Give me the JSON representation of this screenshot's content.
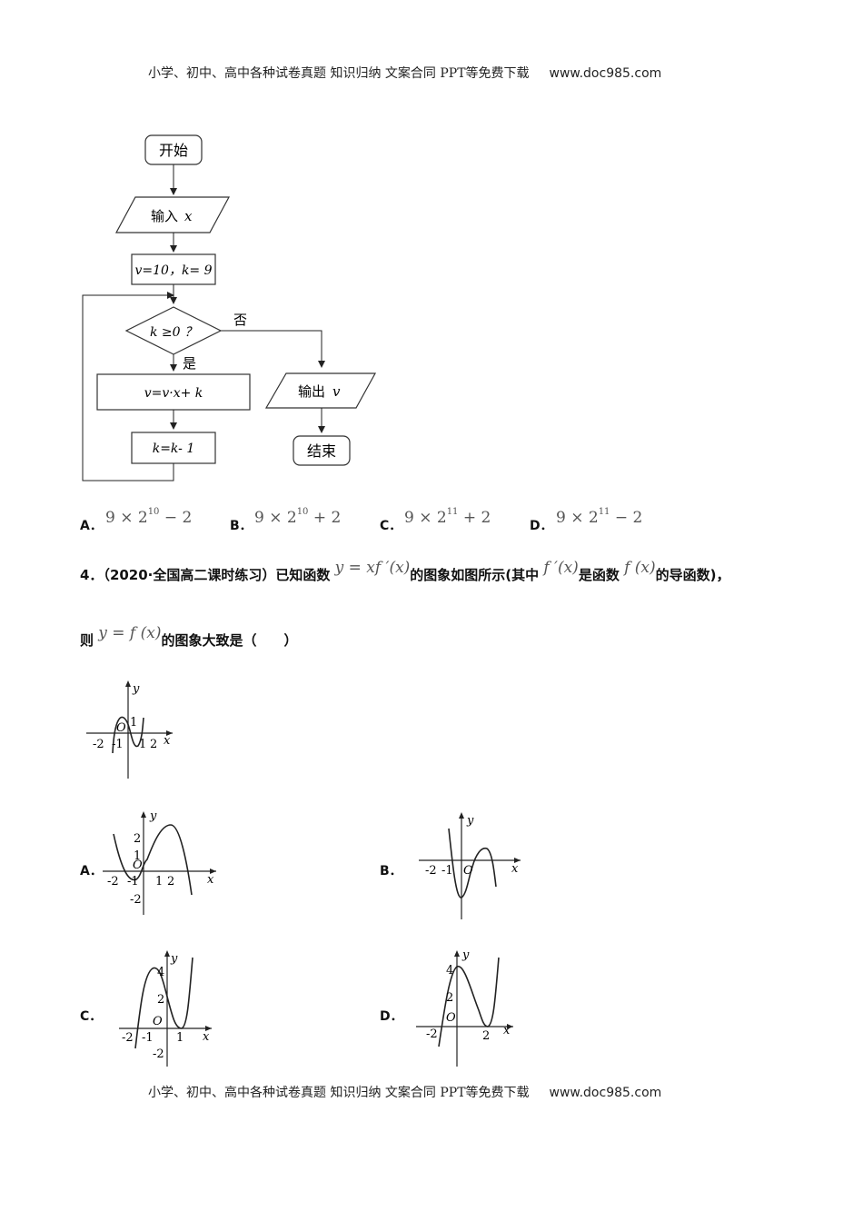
{
  "header": {
    "text": "小学、初中、高中各种试卷真题 知识归纳 文案合同 PPT等免费下载",
    "url": "www.doc985.com"
  },
  "footer": {
    "text": "小学、初中、高中各种试卷真题 知识归纳 文案合同 PPT等免费下载",
    "url": "www.doc985.com"
  },
  "flowchart": {
    "start": "开始",
    "input": "输入",
    "input_var": "x",
    "init": "v=10，k= 9",
    "condition": "k ≥0 ？",
    "no_label": "否",
    "yes_label": "是",
    "assign_v": "v=v·x+ k",
    "assign_k": "k=k- 1",
    "output": "输出",
    "output_var": "v",
    "end": "结束"
  },
  "q3_options": [
    {
      "letter": "A．",
      "base": "9 × 2",
      "exp": "10",
      "tail": " − 2"
    },
    {
      "letter": "B．",
      "base": "9 × 2",
      "exp": "10",
      "tail": " + 2"
    },
    {
      "letter": "C．",
      "base": "9 × 2",
      "exp": "11",
      "tail": " + 2"
    },
    {
      "letter": "D．",
      "base": "9 × 2",
      "exp": "11",
      "tail": " − 2"
    }
  ],
  "question4": {
    "number": "4．",
    "source": "（2020·全国高二课时练习）",
    "text1": "已知函数",
    "formula1": "y = xf ′(x)",
    "text2": "的图象如图所示(其中",
    "formula2": "f ′(x)",
    "text3": "是函数",
    "formula3": "f (x)",
    "text4": "的导函数)，",
    "line2_prefix": "则",
    "formula4": "y = f (x)",
    "line2_suffix": "的图象大致是（　　）"
  },
  "graph_labels": {
    "y": "y",
    "x": "x",
    "origin": "O",
    "ticks_main": {
      "m2": "-2",
      "m1": "-1",
      "p1": "1",
      "p2": "2",
      "y1": "1"
    },
    "ticks_A": {
      "m2": "-2",
      "m1": "-1",
      "p1": "1",
      "p2": "2",
      "y2": "2",
      "y1": "1",
      "ym2": "-2"
    },
    "ticks_B": {
      "m2": "-2",
      "m1": "-1"
    },
    "ticks_C": {
      "m2": "-2",
      "m1": "-1",
      "p1": "1",
      "y4": "4",
      "y2": "2",
      "ym2": "-2"
    },
    "ticks_D": {
      "m2": "-2",
      "p2": "2",
      "y4": "4",
      "y2": "2"
    }
  },
  "q4_options": {
    "A": "A．",
    "B": "B．",
    "C": "C．",
    "D": "D．"
  }
}
